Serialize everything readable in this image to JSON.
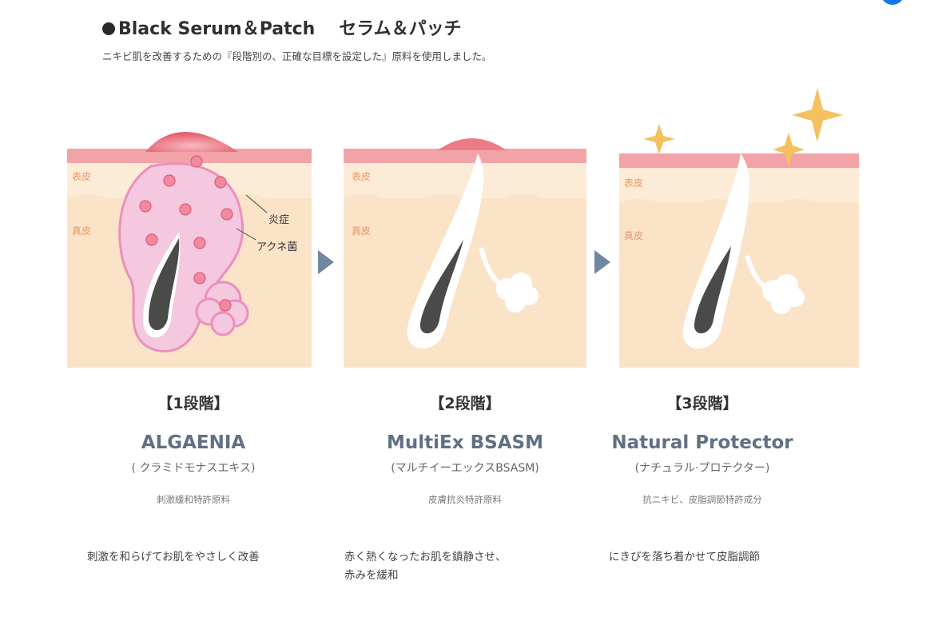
{
  "header": {
    "title_en": "Black Serum＆Patch",
    "title_jp": "セラム＆パッチ",
    "subtitle": "ニキビ肌を改善するための『段階別の、正確な目標を設定した』原料を使用しました。"
  },
  "colors": {
    "skin": "#fbe3c8",
    "epidermis": "#fcebd6",
    "surface": "#f2a3a8",
    "inflammation": "#f3c4dc",
    "accent": "#607085",
    "arrow": "#6f87a3",
    "sparkle": "#f4c15e"
  },
  "diagram": {
    "layer_epidermis": "表皮",
    "layer_dermis": "真皮",
    "callout_inflammation": "炎症",
    "callout_bacteria": "アクネ菌"
  },
  "stages": [
    {
      "stage": "【1段階】",
      "product": "ALGAENIA",
      "kana": "( クラミドモナスエキス)",
      "note": "刺激緩和特許原料",
      "desc": [
        "刺激を和らげてお肌をやさしく改善"
      ]
    },
    {
      "stage": "【2段階】",
      "product": "MultiEx BSASM",
      "kana": "(マルチイーエックスBSASM)",
      "note": "皮膚抗炎特許原料",
      "desc": [
        "赤く熱くなったお肌を鎮静させ、",
        "赤みを緩和"
      ]
    },
    {
      "stage": "【3段階】",
      "product": "Natural Protector",
      "kana": "(ナチュラル·プロテクター)",
      "note": "抗ニキビ、皮脂調節特許成分",
      "desc": [
        "にきびを落ち着かせて皮脂調節"
      ]
    }
  ]
}
